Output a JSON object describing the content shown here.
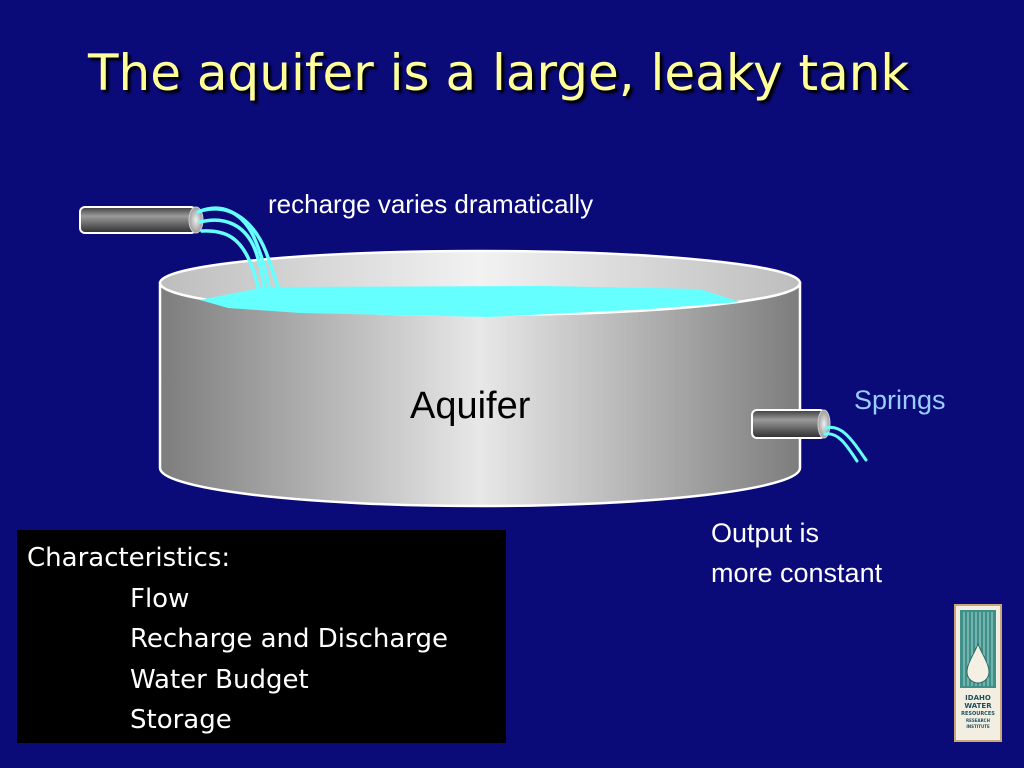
{
  "slide": {
    "title": "The aquifer is a large, leaky tank"
  },
  "diagram": {
    "recharge_label": "recharge varies dramatically",
    "aquifer_label": "Aquifer",
    "springs_label": "Springs",
    "output_label_line1": "Output is",
    "output_label_line2": "more constant"
  },
  "characteristics": {
    "heading": "Characteristics:",
    "items": [
      "Flow",
      "Recharge and Discharge",
      "Water Budget",
      "Storage"
    ]
  },
  "logo": {
    "line1": "IDAHO",
    "line2": "WATER",
    "line3": "RESOURCES",
    "line4": "RESEARCH",
    "line5": "INSTITUTE"
  },
  "colors": {
    "background": "#0a0a78",
    "title": "#ffff99",
    "water": "#66ffff",
    "springs_label": "#99ccff"
  }
}
